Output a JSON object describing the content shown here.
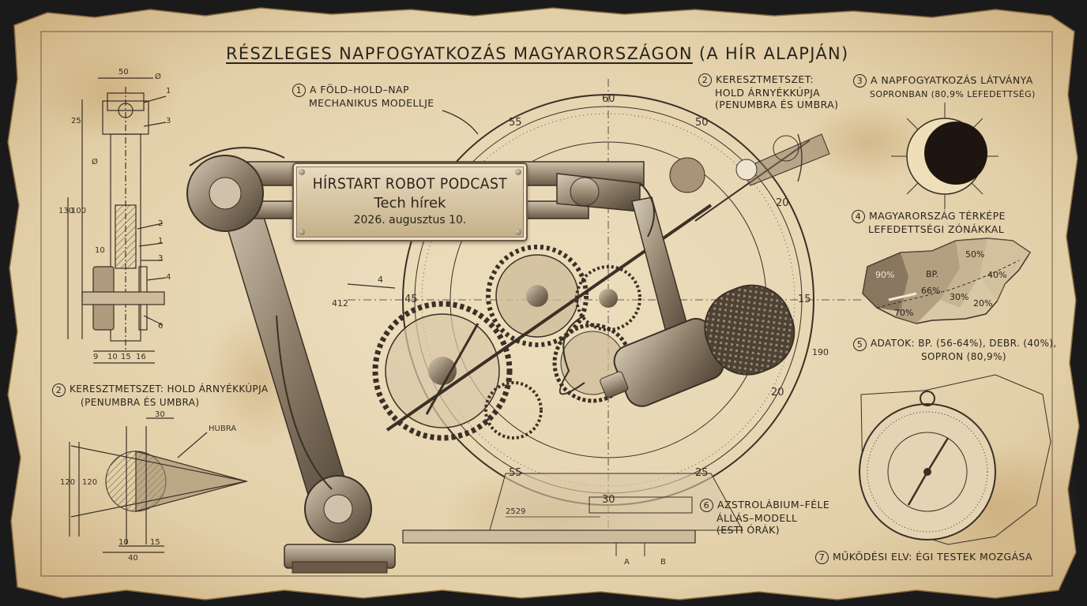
{
  "title": {
    "main": "RÉSZLEGES NAPFOGYATKOZÁS MAGYARORSZÁGON",
    "sub": "(A HÍR ALAPJÁN)"
  },
  "plaque": {
    "line1": "HÍRSTART ROBOT PODCAST",
    "line2": "Tech hírek",
    "line3": "2026. augusztus 10."
  },
  "callouts": [
    {
      "num": "1",
      "lines": [
        "A FÖLD–HOLD–NAP",
        "MECHANIKUS MODELLJE"
      ]
    },
    {
      "num": "2",
      "lines": [
        "KERESZTMETSZET:",
        "HOLD ÁRNYÉKKÚPJA",
        "(PENUMBRA ÉS UMBRA)"
      ]
    },
    {
      "num": "3",
      "lines": [
        "A NAPFOGYATKOZÁS LÁTVÁNYA",
        "SOPRONBAN (80,9% LEFEDETTSÉG)"
      ]
    },
    {
      "num": "4",
      "lines": [
        "MAGYARORSZÁG TÉRKÉPE",
        "LEFEDETTSÉGI ZÓNÁKKAL"
      ]
    },
    {
      "num": "5",
      "lines": [
        "ADATOK: BP. (56-64%), DEBR. (40%),",
        "SOPRON (80,9%)"
      ]
    },
    {
      "num": "2",
      "lines": [
        "KERESZTMETSZET: HOLD ÁRNYÉKKÚPJA",
        "(PENUMBRA ÉS UMBRA)"
      ]
    },
    {
      "num": "6",
      "lines": [
        "AZSTROLÁBIUM–FÉLE",
        "ÁLLÁS–MODELL",
        "(ESTI ÓRÁK)"
      ]
    },
    {
      "num": "7",
      "lines": [
        "MŰKÖDÉSI ELV: ÉGI TESTEK MOZGÁSA"
      ]
    }
  ],
  "map": {
    "labels": [
      "50%",
      "90%",
      "BP.",
      "40%",
      "66%",
      "30%",
      "20%",
      "70%"
    ]
  },
  "dial": {
    "labels": [
      "60",
      "55",
      "50",
      "45",
      "15",
      "20",
      "55",
      "30",
      "25",
      "20",
      "4",
      "190",
      "412"
    ]
  },
  "dims": {
    "left": [
      "50",
      "Ø",
      "1",
      "25",
      "3",
      "Ø",
      "130",
      "100",
      "2",
      "1",
      "10",
      "3",
      "4",
      "6",
      "9",
      "10",
      "15",
      "16"
    ],
    "section": [
      "30",
      "HUBRA",
      "120",
      "120",
      "10",
      "15",
      "40"
    ],
    "base": [
      "2529",
      "A",
      "B"
    ]
  },
  "colors": {
    "paper": "#e8d9b8",
    "ink": "#2b241c",
    "metal": "#8a7a66"
  }
}
